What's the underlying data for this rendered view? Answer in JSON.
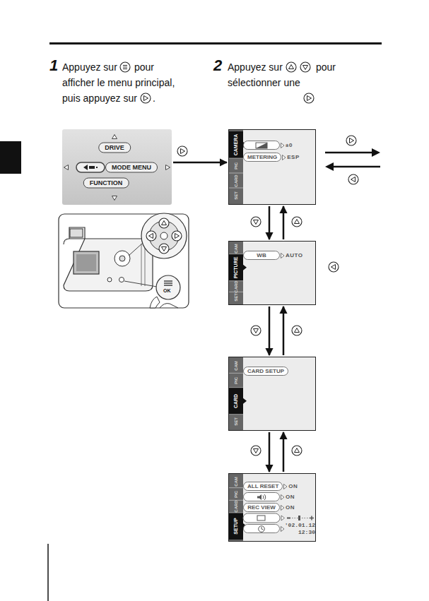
{
  "diagram": {
    "nodes": [
      {
        "text": []
      },
      {
        "text": [
          "DRIVE"
        ],
        "in": 0
      },
      {
        "text": [
          "MODE MENU"
        ],
        "in": 0
      },
      {
        "text": [
          "FUNCTION"
        ],
        "in": 0
      },
      {
        "text": [
          "CAMERA",
          "PIC",
          "CARD",
          "SET"
        ]
      },
      {
        "text": [
          "±0"
        ],
        "in": 4
      },
      {
        "text": [
          "METERING",
          "ESP"
        ],
        "in": 4
      },
      {
        "text": [
          "CAM",
          "PICTURE",
          "CARD",
          "SET"
        ]
      },
      {
        "text": [
          "WB",
          "AUTO"
        ],
        "in": 7
      },
      {
        "text": [
          "CAM",
          "PIC",
          "CARD",
          "SET"
        ]
      },
      {
        "text": [
          "CARD SETUP"
        ],
        "in": 9
      },
      {
        "text": [
          "CAM",
          "PIC",
          "CARD",
          "SETUP"
        ]
      },
      {
        "text": [
          "ALL RESET",
          "ON"
        ],
        "in": 11
      },
      {
        "text": [
          "ON"
        ],
        "in": 11
      },
      {
        "text": [
          "REC VIEW",
          "ON"
        ],
        "in": 11
      },
      {
        "text": [
          "'02.01.12 12:30"
        ],
        "in": 11
      }
    ],
    "edges": [
      {
        "from": 0,
        "to": 4,
        "arrow": "to"
      },
      {
        "from": 4,
        "to": 7,
        "arrow": "to"
      },
      {
        "from": 7,
        "to": 4,
        "arrow": "to"
      },
      {
        "from": 7,
        "to": 9,
        "arrow": "to"
      },
      {
        "from": 9,
        "to": 7,
        "arrow": "to"
      },
      {
        "from": 9,
        "to": 11,
        "arrow": "to"
      },
      {
        "from": 11,
        "to": 9,
        "arrow": "to"
      }
    ],
    "labels": [
      "1",
      "Appuyez sur",
      "pour",
      "afficher le menu principal,",
      "puis appuyez sur",
      ".",
      "2",
      "Appuyez sur",
      "pour",
      "sélectionner une",
      "OK"
    ]
  }
}
